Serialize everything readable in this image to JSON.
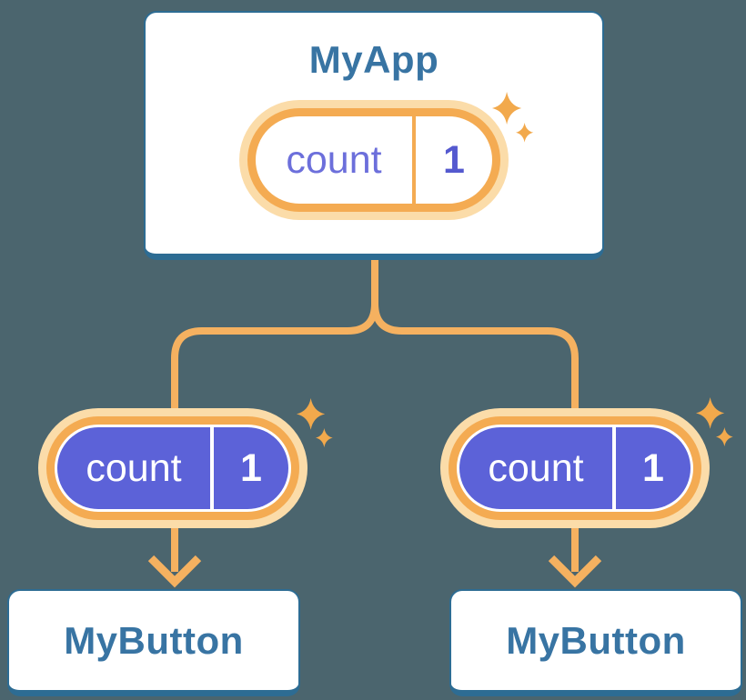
{
  "diagram": {
    "type": "react-component-tree",
    "colors": {
      "background": "#4B656E",
      "card_fill": "#FFFFFF",
      "card_border_blue": "#2D6C93",
      "title_blue": "#3874A3",
      "wire_orange": "#F5B160",
      "ring_orange": "#F4AB52",
      "halo_cream": "#FBDCA9",
      "pill_purple": "#5C62D8",
      "root_state_name_purple": "#6C6FDB",
      "root_state_value_purple": "#5459CF",
      "sparkle_orange": "#F2A94C"
    },
    "root": {
      "title": "MyApp",
      "state_name": "count",
      "state_value": "1",
      "sparkle_icon": "sparkle-icon"
    },
    "children": [
      {
        "title": "MyButton",
        "state_name": "count",
        "state_value": "1",
        "sparkle_icon": "sparkle-icon"
      },
      {
        "title": "MyButton",
        "state_name": "count",
        "state_value": "1",
        "sparkle_icon": "sparkle-icon"
      }
    ],
    "edges": [
      {
        "from": "MyApp",
        "to": "child-pill-left",
        "style": "orange-elbow"
      },
      {
        "from": "MyApp",
        "to": "child-pill-right",
        "style": "orange-elbow"
      },
      {
        "from": "child-pill-left",
        "to": "MyButton-left",
        "style": "orange-arrow-down"
      },
      {
        "from": "child-pill-right",
        "to": "MyButton-right",
        "style": "orange-arrow-down"
      }
    ]
  }
}
